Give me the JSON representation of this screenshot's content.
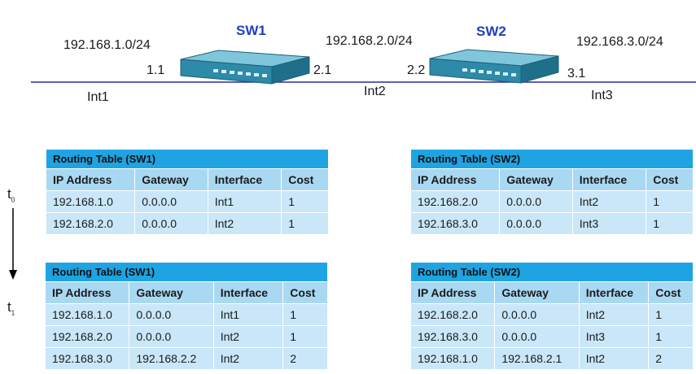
{
  "topology": {
    "switches": [
      {
        "label": "SW1"
      },
      {
        "label": "SW2"
      }
    ],
    "networks": [
      "192.168.1.0/24",
      "192.168.2.0/24",
      "192.168.3.0/24"
    ],
    "addresses": [
      "1.1",
      "2.1",
      "2.2",
      "3.1"
    ],
    "interfaces": [
      "Int1",
      "Int2",
      "Int3"
    ],
    "colors": {
      "line": "#2a2a9e",
      "switch_label": "#1f3fbf",
      "switch_body": "#2d8aa8"
    }
  },
  "time_labels": [
    {
      "base": "t",
      "sub": "0"
    },
    {
      "base": "t",
      "sub": "1"
    }
  ],
  "columns": [
    "IP Address",
    "Gateway",
    "Interface",
    "Cost"
  ],
  "tables": [
    {
      "title": "Routing Table (SW1)",
      "rows": [
        [
          "192.168.1.0",
          "0.0.0.0",
          "Int1",
          "1"
        ],
        [
          "192.168.2.0",
          "0.0.0.0",
          "Int2",
          "1"
        ]
      ]
    },
    {
      "title": "Routing Table (SW2)",
      "rows": [
        [
          "192.168.2.0",
          "0.0.0.0",
          "Int2",
          "1"
        ],
        [
          "192.168.3.0",
          "0.0.0.0",
          "Int3",
          "1"
        ]
      ]
    },
    {
      "title": "Routing Table (SW1)",
      "rows": [
        [
          "192.168.1.0",
          "0.0.0.0",
          "Int1",
          "1"
        ],
        [
          "192.168.2.0",
          "0.0.0.0",
          "Int2",
          "1"
        ],
        [
          "192.168.3.0",
          "192.168.2.2",
          "Int2",
          "2"
        ]
      ]
    },
    {
      "title": "Routing Table (SW2)",
      "rows": [
        [
          "192.168.2.0",
          "0.0.0.0",
          "Int2",
          "1"
        ],
        [
          "192.168.3.0",
          "0.0.0.0",
          "Int3",
          "1"
        ],
        [
          "192.168.1.0",
          "192.168.2.1",
          "Int2",
          "2"
        ]
      ]
    }
  ],
  "table_colors": {
    "title": "#1ea4e3",
    "header": "#a9d8f3",
    "row": "#c9e7f8"
  }
}
